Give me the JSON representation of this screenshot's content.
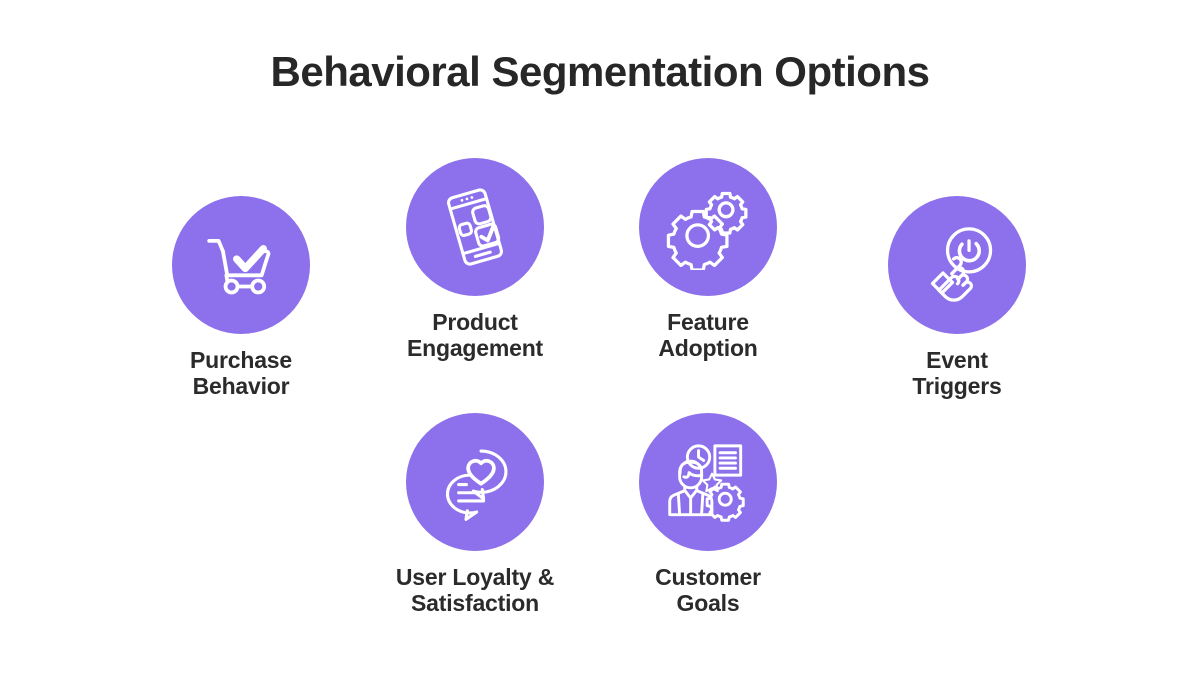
{
  "page": {
    "title": "Behavioral Segmentation Options",
    "background_color": "#ffffff",
    "accent_color": "#8d70eb",
    "text_color": "#2b2b2b",
    "icon_color": "#ffffff"
  },
  "items": [
    {
      "id": "purchase-behavior",
      "label": "Purchase\nBehavior",
      "icon": "shopping-cart-check-icon",
      "row": 1,
      "column": 1
    },
    {
      "id": "product-engagement",
      "label": "Product\nEngagement",
      "icon": "smartphone-app-check-icon",
      "row": 1,
      "column": 2
    },
    {
      "id": "feature-adoption",
      "label": "Feature\nAdoption",
      "icon": "gears-icon",
      "row": 1,
      "column": 3
    },
    {
      "id": "event-triggers",
      "label": "Event\nTriggers",
      "icon": "hand-pressing-power-button-icon",
      "row": 1,
      "column": 4
    },
    {
      "id": "user-loyalty-satisfaction",
      "label": "User Loyalty &\nSatisfaction",
      "icon": "speech-bubbles-heart-icon",
      "row": 2,
      "column": 2
    },
    {
      "id": "customer-goals",
      "label": "Customer\nGoals",
      "icon": "person-clock-document-star-gear-icon",
      "row": 2,
      "column": 3
    }
  ]
}
